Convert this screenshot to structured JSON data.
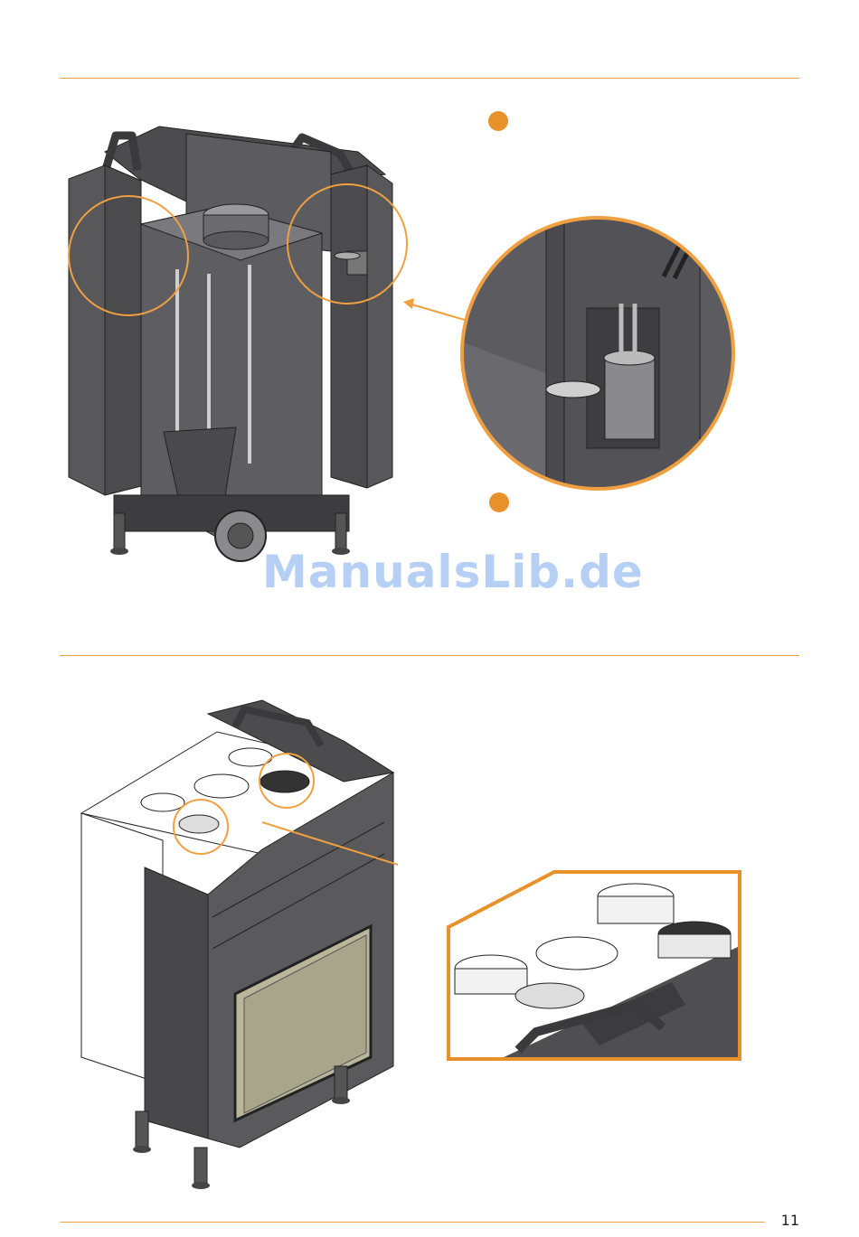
{
  "page": {
    "number": "11"
  },
  "watermark": {
    "text": "ManualsLib.de"
  },
  "colors": {
    "accent": "#f0a040",
    "accent_dark": "#e8912a",
    "steel": "#5a5a5d",
    "steel_dark": "#3f3f42",
    "glass": "#b9b69a"
  },
  "figures": [
    {
      "id": "figure-1",
      "subject": "fireplace insert with counterweight doors, detail zoom of counterweight"
    },
    {
      "id": "figure-2",
      "subject": "fireplace insert top view with flue collars, detail zoom of collar cap"
    }
  ]
}
